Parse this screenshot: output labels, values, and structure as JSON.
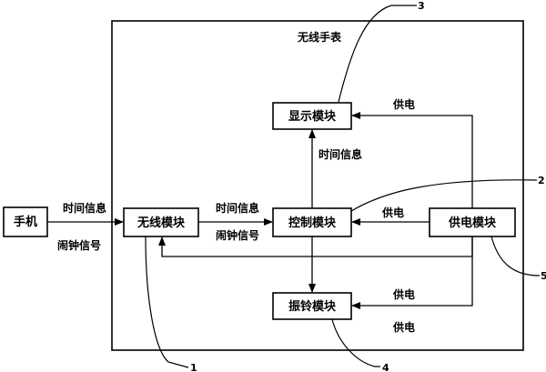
{
  "container_title": "无线手表",
  "modules": {
    "phone": "手机",
    "wireless": "无线模块",
    "control": "控制模块",
    "display": "显示模块",
    "ringer": "振铃模块",
    "power": "供电模块"
  },
  "signals": {
    "phone_time": "时间信息",
    "phone_alarm": "闹钟信号",
    "wireless_time": "时间信息",
    "wireless_alarm": "闹钟信号",
    "control_display_time": "时间信息"
  },
  "power_labels": {
    "display": "供电",
    "control": "供电",
    "ringer": "供电",
    "wireless": "供电"
  },
  "reference_numbers": {
    "wireless": "1",
    "control": "2",
    "display": "3",
    "ringer": "4",
    "power": "5"
  }
}
